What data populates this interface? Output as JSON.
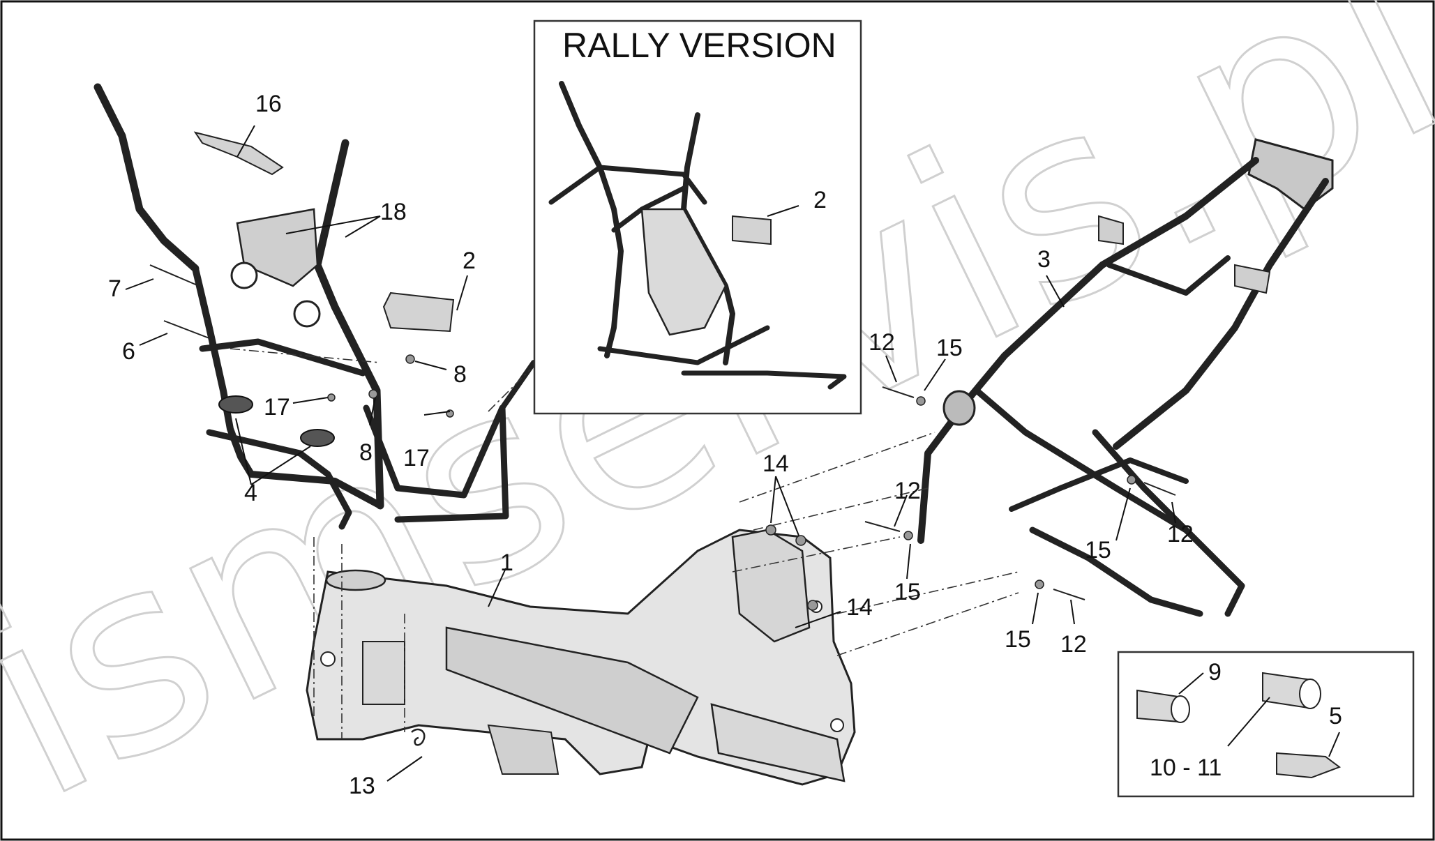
{
  "diagram": {
    "watermark": "ismservis.pl",
    "inset_title": "RALLY VERSION",
    "callouts": {
      "c1": "1",
      "c2_main": "2",
      "c2_rally": "2",
      "c3": "3",
      "c4": "4",
      "c5": "5",
      "c6": "6",
      "c7": "7",
      "c8_a": "8",
      "c8_b": "8",
      "c9": "9",
      "c10_11": "10 - 11",
      "c12_a": "12",
      "c12_b": "12",
      "c12_c": "12",
      "c12_d": "12",
      "c13": "13",
      "c14_a": "14",
      "c14_b": "14",
      "c15_a": "15",
      "c15_b": "15",
      "c15_c": "15",
      "c15_d": "15",
      "c16": "16",
      "c17_a": "17",
      "c17_b": "17",
      "c18": "18"
    }
  }
}
